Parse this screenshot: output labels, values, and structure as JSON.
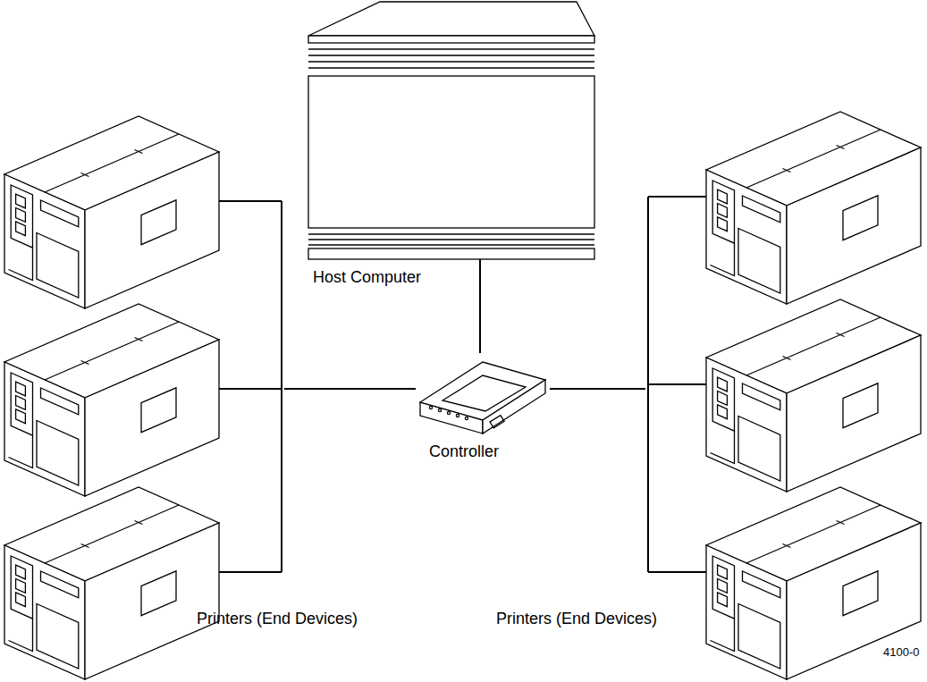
{
  "diagram": {
    "nodes": [
      {
        "text": [
          "Host Computer"
        ]
      },
      {
        "text": [
          "Controller"
        ]
      },
      {
        "text": [
          "Printers (End Devices)"
        ]
      },
      {
        "text": [
          "Printers (End Devices)"
        ]
      }
    ],
    "edges": [
      {
        "from": 0,
        "to": 1,
        "arrow": "none"
      },
      {
        "from": 1,
        "to": 2,
        "arrow": "none"
      },
      {
        "from": 1,
        "to": 3,
        "arrow": "none"
      }
    ],
    "labels": [
      "4100-0"
    ]
  }
}
